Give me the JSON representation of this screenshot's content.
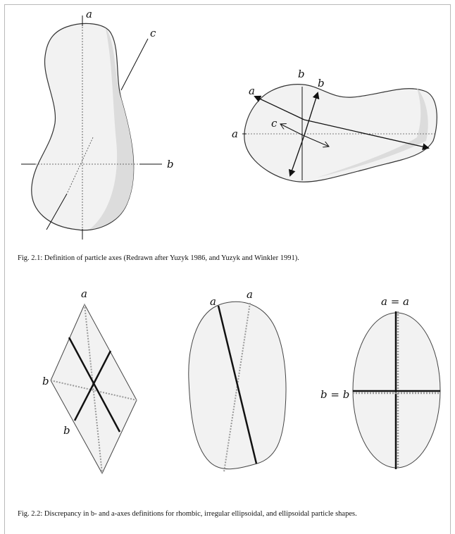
{
  "figure1": {
    "left_labels": {
      "a": "a",
      "b": "b",
      "c": "c"
    },
    "right_labels": {
      "b1": "b",
      "b2": "b",
      "a1": "a",
      "a2": "a",
      "c": "c"
    },
    "caption": "Fig. 2.1:  Definition of particle axes (Redrawn after Yuzyk 1986, and Yuzyk and Winkler 1991)."
  },
  "figure2": {
    "rhombic_labels": {
      "a": "a",
      "b_left": "b",
      "b_bottom": "b"
    },
    "irregular_labels": {
      "a_solid": "a",
      "a_dotted": "a"
    },
    "ellipsoid_labels": {
      "a_eq": "a = a",
      "b_eq": "b = b"
    },
    "caption": "Fig. 2.2:  Discrepancy in b- and a-axes definitions for rhombic, irregular ellipsoidal, and ellipsoidal  particle shapes."
  }
}
